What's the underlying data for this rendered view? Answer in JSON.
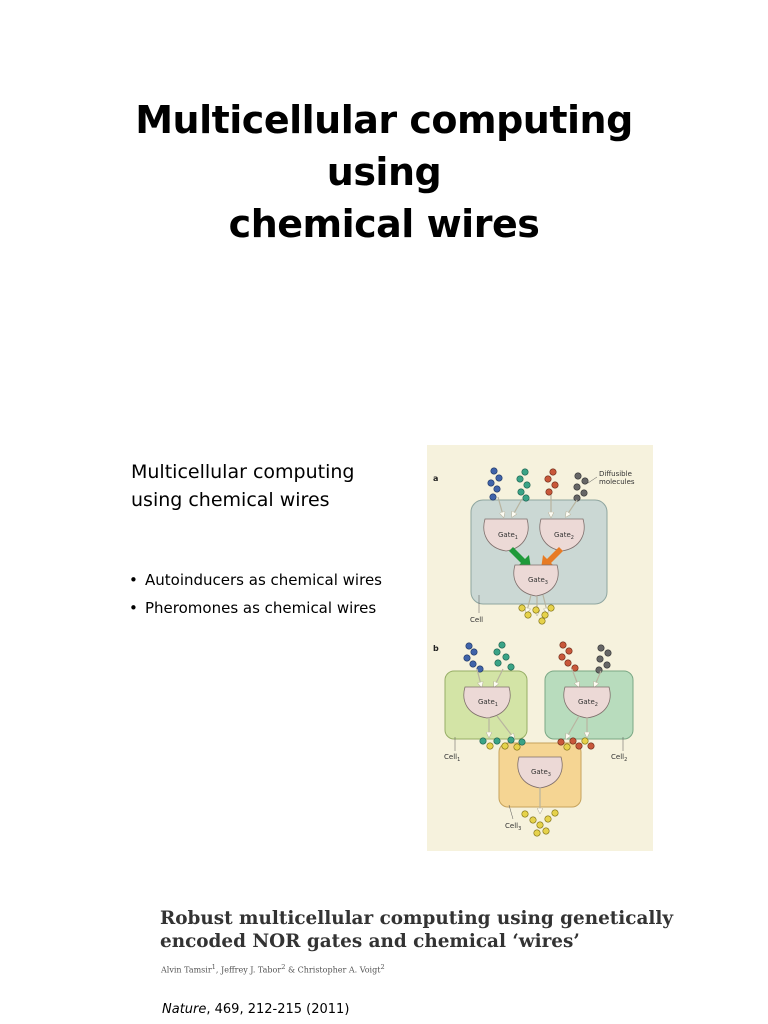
{
  "slide": {
    "title_lines": [
      "Multicellular computing",
      "using",
      "chemical wires"
    ],
    "subheading_lines": [
      "Multicellular computing",
      "using chemical wires"
    ],
    "bullet_char": "•",
    "bullets": [
      "Autoinducers as chemical wires",
      "Pheromones as chemical wires"
    ]
  },
  "figure": {
    "panel_a": {
      "letter": "a",
      "diffusible_label_lines": [
        "Diffusible",
        "molecules"
      ],
      "gate1": "Gate",
      "gate1_sub": "1",
      "gate2": "Gate",
      "gate2_sub": "2",
      "gate3": "Gate",
      "gate3_sub": "3",
      "cell_label": "Cell"
    },
    "panel_b": {
      "letter": "b",
      "gate1": "Gate",
      "gate1_sub": "1",
      "gate2": "Gate",
      "gate2_sub": "2",
      "gate3": "Gate",
      "gate3_sub": "3",
      "cell1": "Cell",
      "cell1_sub": "1",
      "cell2": "Cell",
      "cell2_sub": "2",
      "cell3": "Cell",
      "cell3_sub": "3"
    },
    "colors": {
      "panel_bg": "#f6f2dd",
      "cell_a": "#cbd8d4",
      "cell1": "#d3e4a6",
      "cell2": "#b8dcbd",
      "cell3": "#f5d593",
      "gate_fill": "#ecd9d6",
      "arrow_green": "#1f9a3a",
      "arrow_orange": "#e77b24",
      "mol_blue": "#3f63a9",
      "mol_teal": "#3aa386",
      "mol_red": "#c8583a",
      "mol_gray": "#666666",
      "mol_yellow": "#e6d24b"
    }
  },
  "reference": {
    "title_lines": [
      "Robust multicellular computing using genetically",
      "encoded NOR gates and chemical ‘wires’"
    ],
    "authors": [
      {
        "name": "Alvin Tamsir",
        "sup": "1"
      },
      {
        "name": "Jeffrey J. Tabor",
        "sup": "2"
      },
      {
        "name": "Christopher A. Voigt",
        "sup": "2"
      }
    ],
    "author_separators": [
      ", ",
      " & "
    ],
    "journal": "Nature",
    "details": ", 469, 212-215 (2011)"
  }
}
